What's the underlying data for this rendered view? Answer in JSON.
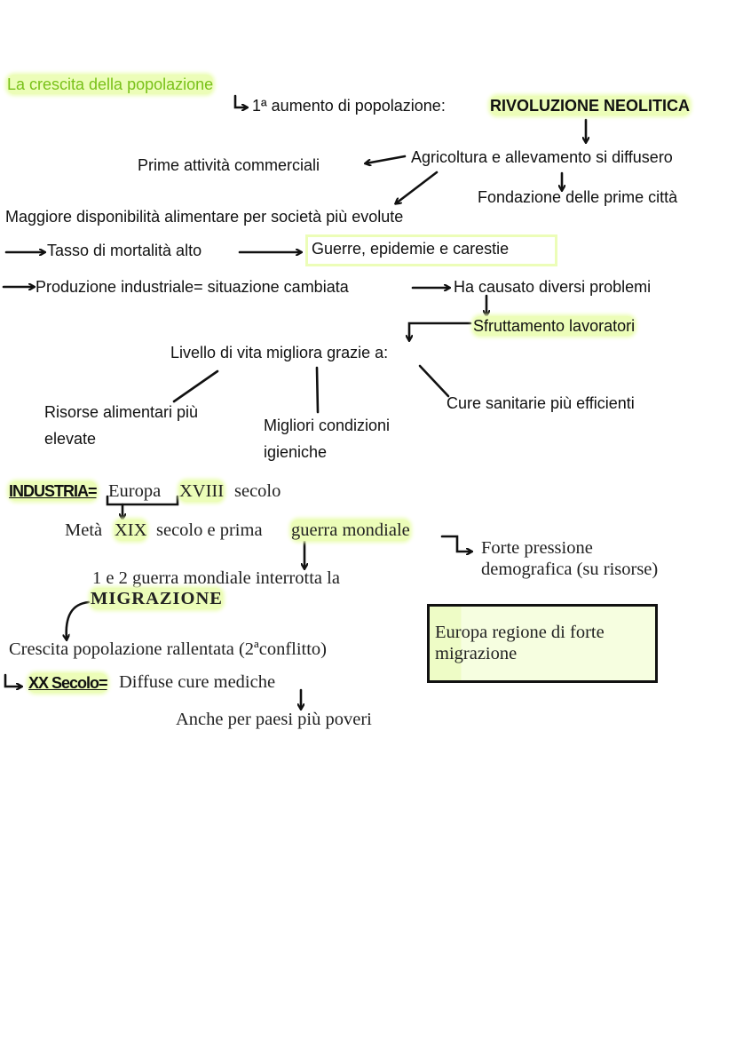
{
  "title": "La crescita della popolazione",
  "neolithic": {
    "prefix": "1ª aumento di popolazione:",
    "highlight": "RIVOLUZIONE NEOLITICA",
    "agriculture": "Agricoltura e allevamento si diffusero",
    "commerce": "Prime attività commerciali",
    "cities": "Fondazione delle prime città",
    "food": "Maggiore disponibilità alimentare per società più evolute"
  },
  "mortality": {
    "label": "Tasso di mortalità alto",
    "causes": "Guerre, epidemie e carestie"
  },
  "industrial": {
    "label": "Produzione industriale= situazione cambiata",
    "result": "Ha causato diversi problemi",
    "exploitation": "Sfruttamento lavoratori",
    "living": "Livello di vita migliora grazie a:",
    "reasons": [
      {
        "line1": "Risorse alimentari più",
        "line2": "elevate"
      },
      {
        "line1": "Migliori condizioni",
        "line2": "igieniche"
      },
      {
        "line1": "Cure sanitarie più efficienti"
      }
    ]
  },
  "industria": {
    "label": "INDUSTRIA=",
    "europe": "Europa",
    "century": "XVIII",
    "century_suffix": "secolo",
    "meta_prefix": "Metà",
    "meta_century": "XIX",
    "meta_mid": "secolo e prima",
    "meta_war": "guerra mondiale",
    "pressure_line1": "Forte pressione",
    "pressure_line2": "demografica (su risorse)",
    "wars": "1 e 2 guerra mondiale interrotta la",
    "migration": "MIGRAZIONE",
    "slowed": "Crescita popolazione rallentata (2ªconflitto)",
    "box_line1": "Europa regione di forte",
    "box_line2": "migrazione",
    "xx_label": "XX Secolo=",
    "xx_text": "Diffuse cure mediche",
    "poor": "Anche per paesi più poveri"
  },
  "colors": {
    "highlight": "#ecfdb8",
    "title": "#79c11a"
  }
}
